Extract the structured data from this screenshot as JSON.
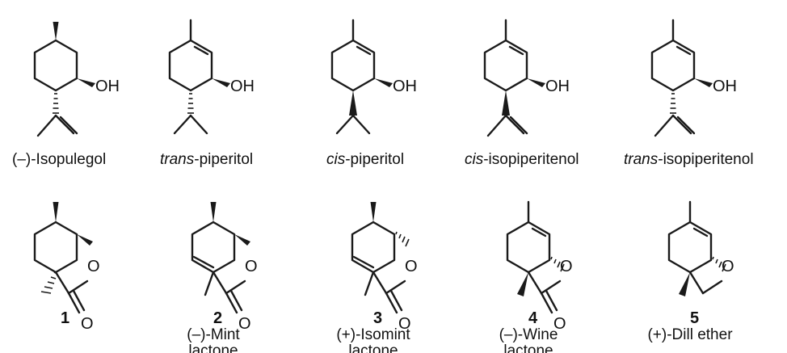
{
  "row1": [
    {
      "id": "isopulegol",
      "label_prefix": "",
      "label_main": "(–)-Isopulegol",
      "atom": "OH"
    },
    {
      "id": "trans-piperitol",
      "label_prefix": "trans",
      "label_main": "-piperitol",
      "atom": "OH"
    },
    {
      "id": "cis-piperitol",
      "label_prefix": "cis",
      "label_main": "-piperitol",
      "atom": "OH"
    },
    {
      "id": "cis-isopiperitenol",
      "label_prefix": "cis",
      "label_main": "-isopiperitenol",
      "atom": "OH"
    },
    {
      "id": "trans-isopiperitenol",
      "label_prefix": "trans",
      "label_main": "-isopiperitenol",
      "atom": "OH"
    }
  ],
  "row2": [
    {
      "id": "compound-1",
      "number": "1",
      "name_line1": "",
      "name_line2": "",
      "ring_atom": "O",
      "carbonyl_atom": "O"
    },
    {
      "id": "compound-2",
      "number": "2",
      "name_line1": "(–)-Mint",
      "name_line2": "lactone",
      "ring_atom": "O",
      "carbonyl_atom": "O"
    },
    {
      "id": "compound-3",
      "number": "3",
      "name_line1": "(+)-Isomint",
      "name_line2": "lactone",
      "ring_atom": "O",
      "carbonyl_atom": "O"
    },
    {
      "id": "compound-4",
      "number": "4",
      "name_line1": "(–)-Wine",
      "name_line2": "lactone",
      "ring_atom": "O",
      "carbonyl_atom": "O"
    },
    {
      "id": "compound-5",
      "number": "5",
      "name_line1": "(+)-Dill ether",
      "name_line2": "",
      "ring_atom": "O",
      "carbonyl_atom": ""
    }
  ]
}
